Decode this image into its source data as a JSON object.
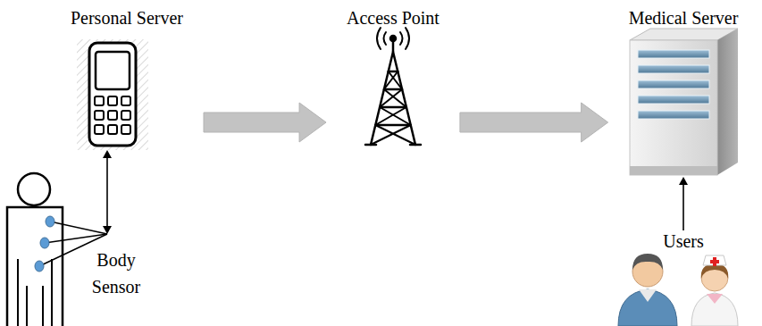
{
  "diagram": {
    "nodes": [
      {
        "text": [
          "Personal Server"
        ]
      },
      {
        "text": [
          "Access Point"
        ]
      },
      {
        "text": [
          "Medical Server"
        ]
      },
      {
        "text": [
          "Body Sensor"
        ]
      },
      {
        "text": [
          "Users"
        ]
      }
    ],
    "edges": [
      {
        "from": 0,
        "to": 1,
        "arrow": "to"
      },
      {
        "from": 1,
        "to": 2,
        "arrow": "to"
      },
      {
        "from": 3,
        "to": 0,
        "arrow": "both"
      },
      {
        "from": 4,
        "to": 2,
        "arrow": "to"
      }
    ]
  }
}
